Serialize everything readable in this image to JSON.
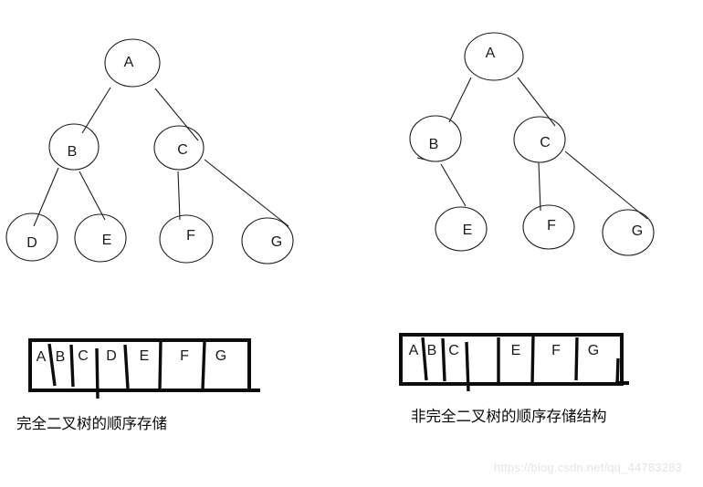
{
  "page": {
    "background_color": "#ffffff",
    "ink_color": "#1a1a1a"
  },
  "left_diagram": {
    "type": "binary-tree",
    "caption": "完全二叉树的顺序存储",
    "nodes": [
      "A",
      "B",
      "C",
      "D",
      "E",
      "F",
      "G"
    ],
    "edges": [
      "A-B",
      "A-C",
      "B-D",
      "B-E",
      "C-F",
      "C-G"
    ],
    "array_cells": [
      "A",
      "B",
      "C",
      "D",
      "E",
      "F",
      "G"
    ]
  },
  "right_diagram": {
    "type": "binary-tree",
    "caption": "非完全二叉树的顺序存储结构",
    "nodes": [
      "A",
      "B",
      "C",
      "E",
      "F",
      "G"
    ],
    "edges": [
      "A-B",
      "A-C",
      "B-E",
      "C-F",
      "C-G"
    ],
    "array_cells": [
      "A",
      "B",
      "C",
      "",
      "E",
      "F",
      "G"
    ]
  },
  "watermark": {
    "text": "https://blog.csdn.net/qq_44783283",
    "color": "#e4e4e4"
  }
}
